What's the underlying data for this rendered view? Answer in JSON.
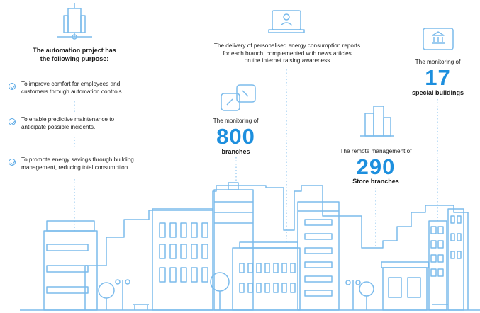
{
  "automation": {
    "title_line1": "The automation project has",
    "title_line2": "the following purpose:",
    "purposes": [
      {
        "line1": "To improve comfort for employees and",
        "line2": "customers through automation controls."
      },
      {
        "line1": "To enable predictive maintenance to",
        "line2": "anticipate possible incidents."
      },
      {
        "line1": "To promote energy savings through building",
        "line2": "management, reducing total consumption."
      }
    ]
  },
  "reports": {
    "line1": "The delivery of personalised energy consumption reports",
    "line2": "for each branch, complemented with news articles",
    "line3": "on the internet raising awareness"
  },
  "branches_monitoring": {
    "label": "The monitoring of",
    "value": "800",
    "unit": "branches"
  },
  "store_management": {
    "label": "The remote management of",
    "value": "290",
    "unit": "Store branches"
  },
  "special_buildings": {
    "label": "The monitoring of",
    "value": "17",
    "unit": "special buildings"
  },
  "colors": {
    "accent": "#1d8fde",
    "line": "#7bbbec",
    "text": "#1a1a1a"
  }
}
